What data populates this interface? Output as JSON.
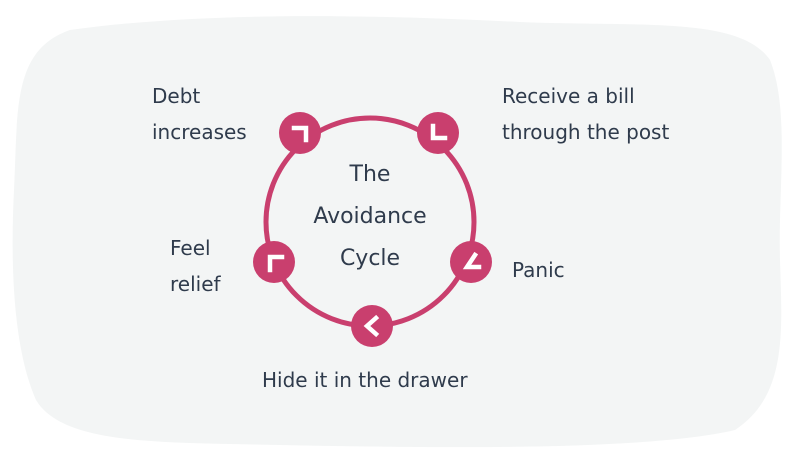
{
  "colors": {
    "background_blob": "#f3f5f5",
    "cycle_accent": "#c93f6e",
    "text": "#2f3b4c",
    "chevron": "#ffffff"
  },
  "diagram": {
    "title_lines": [
      "The",
      "Avoidance",
      "Cycle"
    ],
    "steps": [
      {
        "lines": [
          "Receive a bill",
          "through the post"
        ],
        "icon": "chevron-down-right-icon"
      },
      {
        "lines": [
          "Panic"
        ],
        "icon": "chevron-down-left-icon"
      },
      {
        "lines": [
          "Hide it in the drawer"
        ],
        "icon": "chevron-left-icon"
      },
      {
        "lines": [
          "Feel",
          "relief"
        ],
        "icon": "chevron-up-left-icon"
      },
      {
        "lines": [
          "Debt",
          "increases"
        ],
        "icon": "chevron-up-right-icon"
      }
    ]
  }
}
